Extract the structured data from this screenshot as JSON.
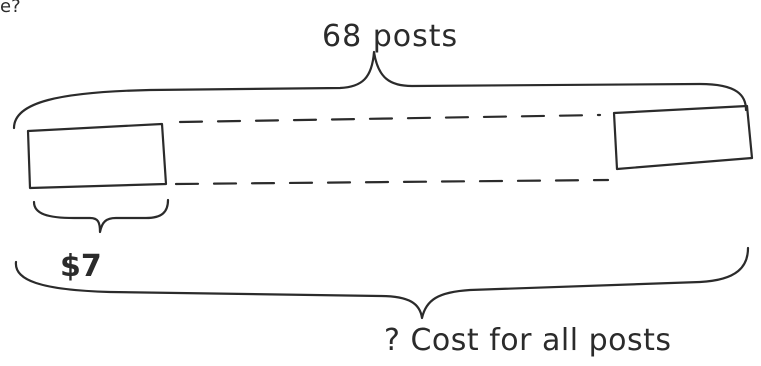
{
  "diagram": {
    "top_fragment": "e?",
    "total_count_label": "68 posts",
    "unit_price_label": "$7",
    "unknown_total_label": "? Cost for all posts"
  }
}
